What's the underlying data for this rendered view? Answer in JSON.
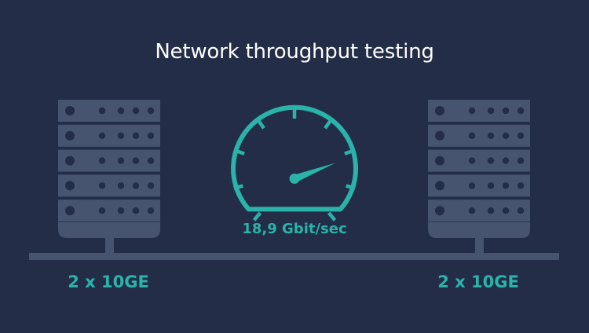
{
  "title": "Network throughput testing",
  "speedometer": {
    "reading": "18,9 Gbit/sec"
  },
  "servers": [
    {
      "side": "left",
      "port_label": "2 x 10GE"
    },
    {
      "side": "right",
      "port_label": "2 x 10GE"
    }
  ],
  "colors": {
    "background": "#232d48",
    "server_units": "#46546f",
    "server_dots": "#232d48",
    "network_line": "#46546f",
    "accent": "#2ab3a8",
    "title_text": "#ffffff"
  },
  "icons": {
    "server": "server-rack-icon",
    "gauge": "speedometer-icon"
  }
}
